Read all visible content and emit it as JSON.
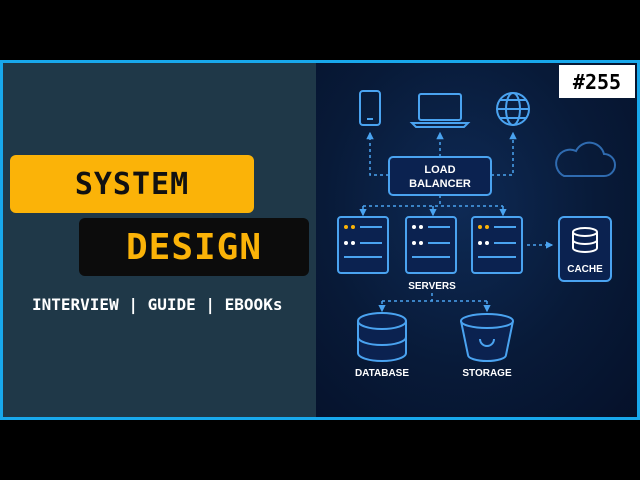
{
  "thumbnail": {
    "title_line1": "SYSTEM",
    "title_line2": "DESIGN",
    "subtitle": "INTERVIEW | GUIDE | EBOOKs",
    "episode_badge": "#255",
    "colors": {
      "accent_yellow": "#fbb308",
      "border_blue": "#18a8ec",
      "left_panel": "#1f3848",
      "diagram_bg": "#081a38",
      "diagram_stroke": "#2f8de4"
    }
  },
  "diagram": {
    "load_balancer": [
      "LOAD",
      "BALANCER"
    ],
    "servers_label": "SERVERS",
    "cache_label": "CACHE",
    "database_label": "DATABASE",
    "storage_label": "STORAGE",
    "client_icons": [
      "mobile-phone-icon",
      "laptop-icon",
      "globe-icon"
    ],
    "decorative_icons": [
      "cloud-icon"
    ]
  }
}
